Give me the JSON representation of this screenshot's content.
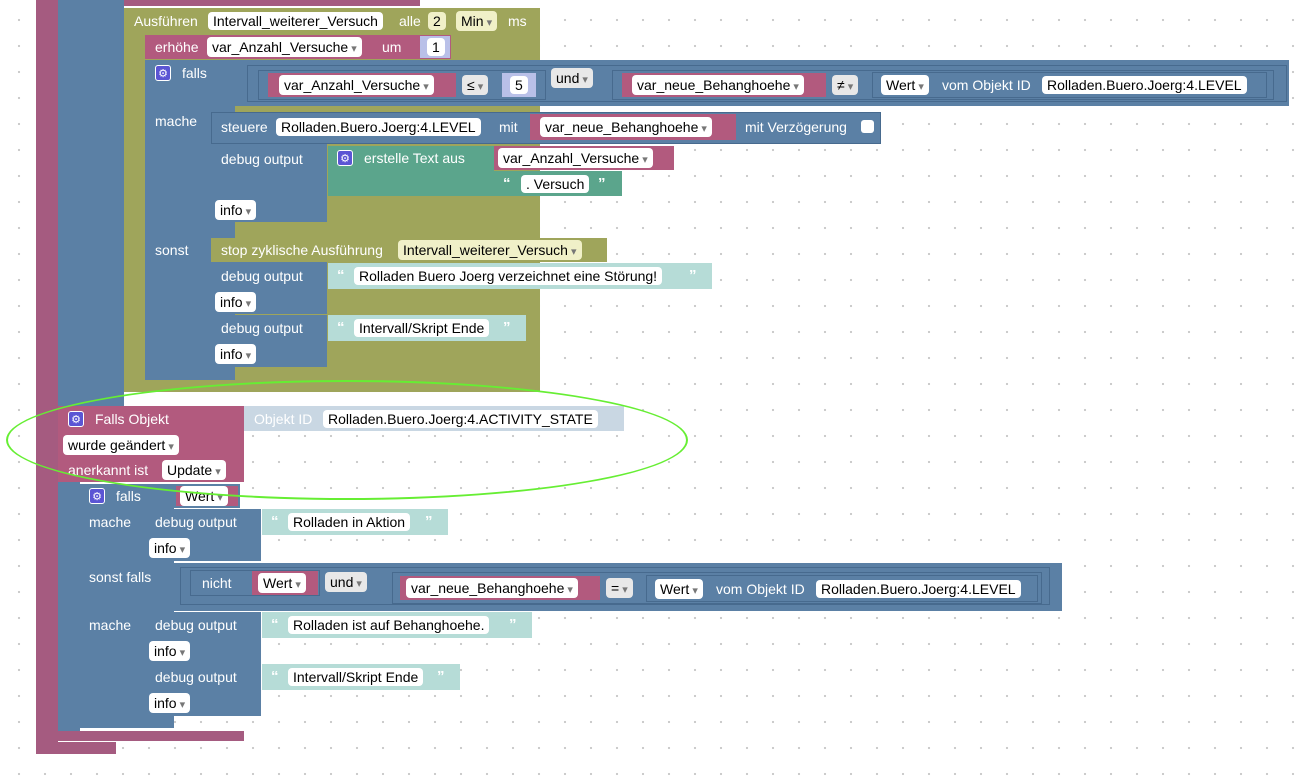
{
  "interval": {
    "label": "Ausführen",
    "var": "Intervall_weiterer_Versuch",
    "every": "alle",
    "value": "2",
    "unit": "Min",
    "ms": "ms"
  },
  "increment": {
    "label": "erhöhe",
    "var": "var_Anzahl_Versuche",
    "by": "um",
    "value": "1"
  },
  "if1": {
    "falls": "falls",
    "left_var": "var_Anzahl_Versuche",
    "op1": "≤",
    "num": "5",
    "and": "und",
    "var2": "var_neue_Behanghoehe",
    "op2": "≠",
    "wert": "Wert",
    "vom": "vom Objekt ID",
    "objid": "Rolladen.Buero.Joerg:4.LEVEL"
  },
  "mache": "mache",
  "sonst": "sonst",
  "control": {
    "label": "steuere",
    "objid": "Rolladen.Buero.Joerg:4.LEVEL",
    "mit": "mit",
    "var": "var_neue_Behanghoehe",
    "delay": "mit Verzögerung"
  },
  "debug": {
    "label": "debug output",
    "level": "info"
  },
  "create_text": {
    "label": "erstelle Text aus",
    "var": "var_Anzahl_Versuche",
    "text": ". Versuch"
  },
  "stop": {
    "label": "stop zyklische Ausführung",
    "var": "Intervall_weiterer_Versuch"
  },
  "msg_stoerung": "Rolladen Buero Joerg verzeichnet eine Störung!",
  "msg_ende": "Intervall/Skript Ende",
  "trigger": {
    "label": "Falls Objekt",
    "objid_label": "Objekt ID",
    "objid": "Rolladen.Buero.Joerg:4.ACTIVITY_STATE",
    "changed": "wurde geändert",
    "ack_label": "anerkannt ist",
    "ack_value": "Update"
  },
  "if2": {
    "falls": "falls",
    "wert": "Wert",
    "msg_aktion": "Rolladen in Aktion",
    "sonst_falls": "sonst falls",
    "nicht": "nicht",
    "and": "und",
    "var": "var_neue_Behanghoehe",
    "op": "=",
    "vom": "vom Objekt ID",
    "objid": "Rolladen.Buero.Joerg:4.LEVEL",
    "msg_behang": "Rolladen ist auf Behanghoehe."
  },
  "colors": {
    "logic": "#5b80a5",
    "variable": "#a55b80",
    "timer": "#9fa55b",
    "text": "#5ba58c",
    "highlight": "#66ee33"
  }
}
